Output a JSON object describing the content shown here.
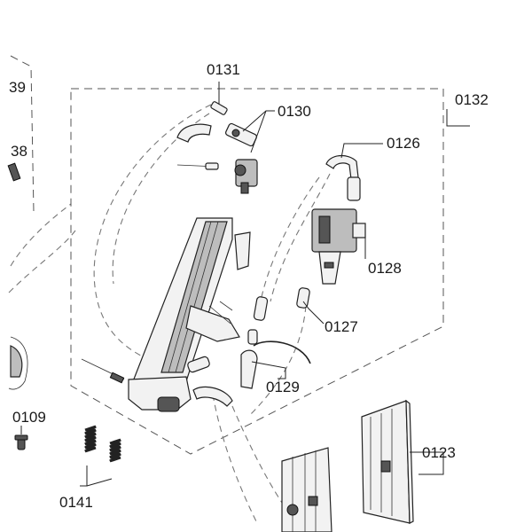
{
  "labels": {
    "l0131": "0131",
    "l0130": "0130",
    "l0132": "0132",
    "l0126": "0126",
    "l0128": "0128",
    "l0127": "0127",
    "l0129": "0129",
    "l0123": "0123",
    "l0109": "0109",
    "l0141": "0141",
    "edge_top": "39",
    "edge_mid": "38"
  }
}
